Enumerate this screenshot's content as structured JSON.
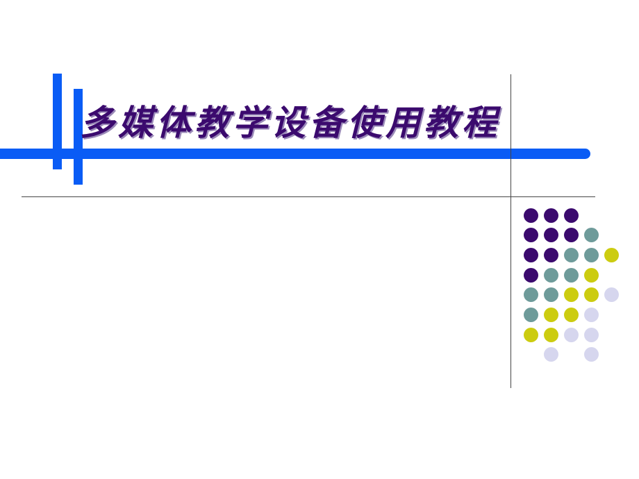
{
  "slide": {
    "title": "多媒体教学设备使用教程"
  },
  "decoration": {
    "accent_color": "#0a5cf5",
    "title_color": "#3b0a6e",
    "dot_colors": {
      "purple": "#3b0a6e",
      "teal": "#6e9b9a",
      "yellow": "#cccc10",
      "lavender": "#d6d6ee"
    },
    "dot_grid": [
      [
        "purple",
        "purple",
        "purple",
        "",
        "",
        ""
      ],
      [
        "purple",
        "purple",
        "purple",
        "teal",
        "",
        ""
      ],
      [
        "purple",
        "purple",
        "teal",
        "teal",
        "yellow",
        ""
      ],
      [
        "purple",
        "teal",
        "teal",
        "yellow",
        "",
        ""
      ],
      [
        "teal",
        "teal",
        "yellow",
        "yellow",
        "lavender",
        ""
      ],
      [
        "teal",
        "yellow",
        "yellow",
        "lavender",
        "",
        ""
      ],
      [
        "yellow",
        "yellow",
        "lavender",
        "lavender",
        "",
        ""
      ],
      [
        "",
        "lavender",
        "",
        "lavender",
        "",
        ""
      ]
    ]
  }
}
